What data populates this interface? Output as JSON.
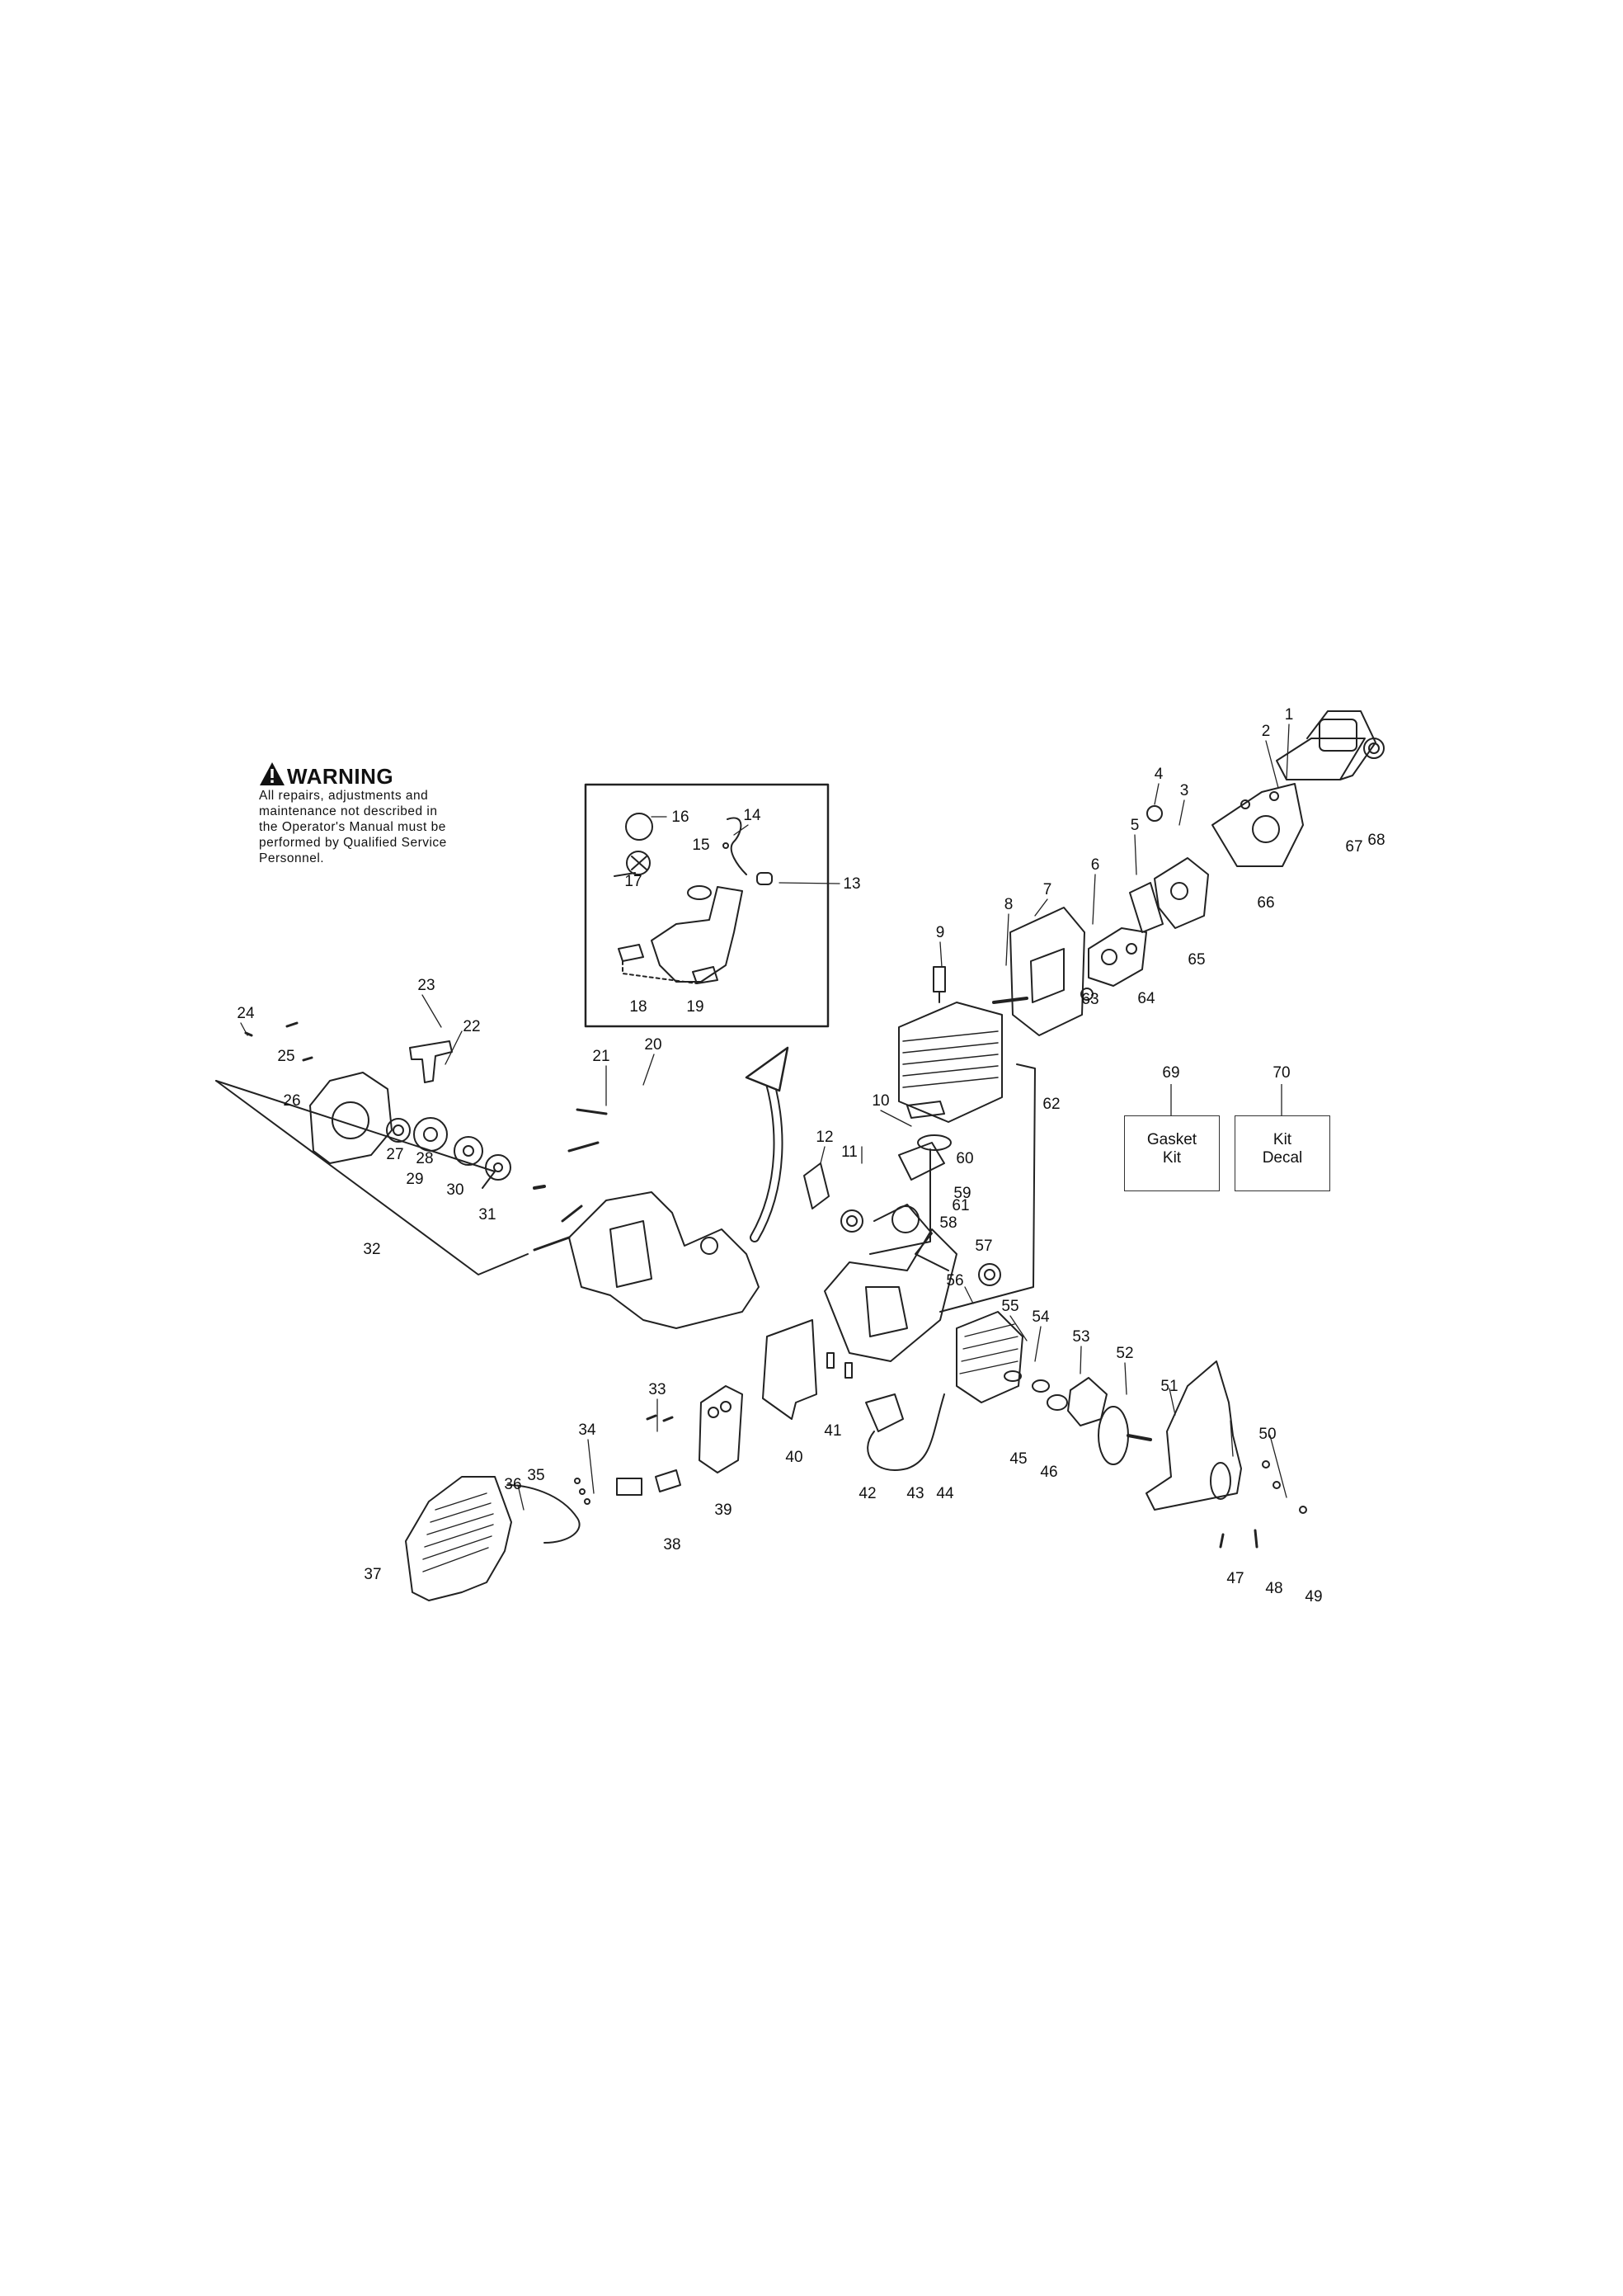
{
  "warning": {
    "title": "WARNING",
    "lines": [
      "All repairs, adjustments and",
      "maintenance not described in",
      "the Operator's Manual must be",
      "performed by Qualified Service",
      "Personnel."
    ]
  },
  "kits": {
    "gasket": {
      "number": "69",
      "line1": "Gasket",
      "line2": "Kit"
    },
    "decal": {
      "number": "70",
      "line1": "Kit",
      "line2": "Decal"
    }
  },
  "part_numbers": [
    "1",
    "2",
    "3",
    "4",
    "5",
    "6",
    "7",
    "8",
    "9",
    "10",
    "11",
    "12",
    "13",
    "14",
    "15",
    "16",
    "17",
    "18",
    "19",
    "20",
    "21",
    "22",
    "23",
    "24",
    "25",
    "26",
    "27",
    "28",
    "29",
    "30",
    "31",
    "32",
    "33",
    "34",
    "35",
    "36",
    "37",
    "38",
    "39",
    "40",
    "41",
    "42",
    "43",
    "44",
    "45",
    "46",
    "47",
    "48",
    "49",
    "50",
    "51",
    "52",
    "53",
    "54",
    "55",
    "56",
    "57",
    "58",
    "59",
    "60",
    "61",
    "62",
    "63",
    "64",
    "65",
    "66",
    "67",
    "68"
  ]
}
